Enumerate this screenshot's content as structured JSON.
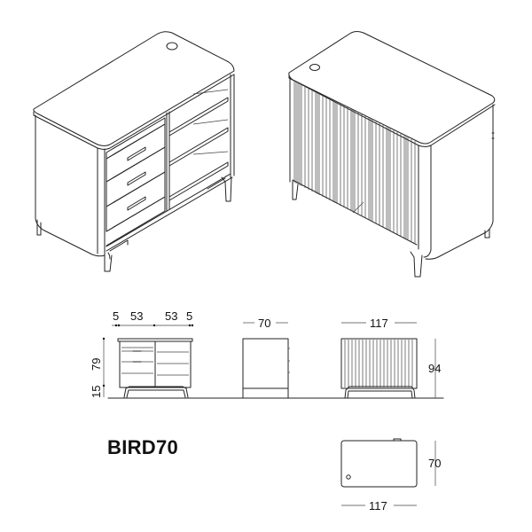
{
  "product": {
    "name": "BIRD70"
  },
  "views": {
    "iso_front": {
      "description": "Isometric view showing 3 drawers on left and open shelving on right, top with cable grommet"
    },
    "iso_back": {
      "description": "Isometric view showing slatted sliding-door face and cable grommet"
    },
    "front_elevation": {
      "dims_top": [
        "5",
        "53",
        "53",
        "5"
      ],
      "dims_left": [
        "79",
        "15"
      ]
    },
    "side_elevation": {
      "dim_top": "70"
    },
    "back_elevation": {
      "dim_top": "117",
      "dim_right": "94"
    },
    "plan_view": {
      "dim_bottom": "117",
      "dim_right": "70"
    }
  },
  "colors": {
    "line": "#222222",
    "background": "#ffffff"
  }
}
